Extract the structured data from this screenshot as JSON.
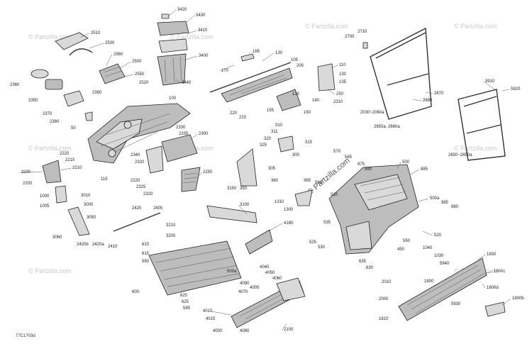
{
  "diagram_code": "77C1703d",
  "watermark": "© Partzilla.com",
  "labels": [
    {
      "id": "3420",
      "t": "3420"
    },
    {
      "id": "3430",
      "t": "3430"
    },
    {
      "id": "3410",
      "t": "3410"
    },
    {
      "id": "3400",
      "t": "3400"
    },
    {
      "id": "3440",
      "t": "3440"
    },
    {
      "id": "2510",
      "t": "2510"
    },
    {
      "id": "2530",
      "t": "2530"
    },
    {
      "id": "2560",
      "t": "2560"
    },
    {
      "id": "2500",
      "t": "2500"
    },
    {
      "id": "2550",
      "t": "2550"
    },
    {
      "id": "2520",
      "t": "2520"
    },
    {
      "id": "2360",
      "t": "2360"
    },
    {
      "id": "2350",
      "t": "2350"
    },
    {
      "id": "2390",
      "t": "2390"
    },
    {
      "id": "2370",
      "t": "2370"
    },
    {
      "id": "2380",
      "t": "2380"
    },
    {
      "id": "50",
      "t": "50"
    },
    {
      "id": "100",
      "t": "100"
    },
    {
      "id": "165",
      "t": "165"
    },
    {
      "id": "130a",
      "t": "130"
    },
    {
      "id": "170",
      "t": "170"
    },
    {
      "id": "105",
      "t": "105"
    },
    {
      "id": "200",
      "t": "200"
    },
    {
      "id": "110",
      "t": "110"
    },
    {
      "id": "130b",
      "t": "130"
    },
    {
      "id": "135",
      "t": "135"
    },
    {
      "id": "250",
      "t": "250"
    },
    {
      "id": "140",
      "t": "140"
    },
    {
      "id": "2310",
      "t": "2310"
    },
    {
      "id": "120",
      "t": "120"
    },
    {
      "id": "220",
      "t": "220"
    },
    {
      "id": "210",
      "t": "210"
    },
    {
      "id": "155",
      "t": "155"
    },
    {
      "id": "150",
      "t": "150"
    },
    {
      "id": "2710",
      "t": "2710"
    },
    {
      "id": "2700",
      "t": "2700"
    },
    {
      "id": "2670",
      "t": "2670"
    },
    {
      "id": "2680",
      "t": "2680"
    },
    {
      "id": "2030",
      "t": "2030~2060a"
    },
    {
      "id": "3910",
      "t": "3910"
    },
    {
      "id": "5920",
      "t": "5920"
    },
    {
      "id": "2650a",
      "t": "2650a, 2660a"
    },
    {
      "id": "2650b",
      "t": "2650~2650a"
    },
    {
      "id": "2330",
      "t": "2330"
    },
    {
      "id": "2335",
      "t": "2335"
    },
    {
      "id": "2300",
      "t": "2300"
    },
    {
      "id": "2220",
      "t": "2220"
    },
    {
      "id": "2215",
      "t": "2215"
    },
    {
      "id": "2230",
      "t": "2230"
    },
    {
      "id": "2210",
      "t": "2210"
    },
    {
      "id": "2200",
      "t": "2200"
    },
    {
      "id": "2340",
      "t": "2340"
    },
    {
      "id": "2320a",
      "t": "2320"
    },
    {
      "id": "2250",
      "t": "2250"
    },
    {
      "id": "2220b",
      "t": "2220"
    },
    {
      "id": "2325",
      "t": "2325"
    },
    {
      "id": "2320b",
      "t": "2320"
    },
    {
      "id": "115",
      "t": "115"
    },
    {
      "id": "1000",
      "t": "1000"
    },
    {
      "id": "3010",
      "t": "3010"
    },
    {
      "id": "1005",
      "t": "1005"
    },
    {
      "id": "3000",
      "t": "3000"
    },
    {
      "id": "3050",
      "t": "3050"
    },
    {
      "id": "3060",
      "t": "3060"
    },
    {
      "id": "310",
      "t": "310"
    },
    {
      "id": "311",
      "t": "311"
    },
    {
      "id": "320",
      "t": "320"
    },
    {
      "id": "315",
      "t": "315"
    },
    {
      "id": "325",
      "t": "325"
    },
    {
      "id": "300",
      "t": "300"
    },
    {
      "id": "305",
      "t": "305"
    },
    {
      "id": "360",
      "t": "360"
    },
    {
      "id": "350",
      "t": "350"
    },
    {
      "id": "570",
      "t": "570"
    },
    {
      "id": "565",
      "t": "565"
    },
    {
      "id": "875",
      "t": "875"
    },
    {
      "id": "880",
      "t": "880"
    },
    {
      "id": "500",
      "t": "500"
    },
    {
      "id": "885",
      "t": "885"
    },
    {
      "id": "365",
      "t": "365"
    },
    {
      "id": "560",
      "t": "560"
    },
    {
      "id": "510",
      "t": "510"
    },
    {
      "id": "3150",
      "t": "3150"
    },
    {
      "id": "3100",
      "t": "3100"
    },
    {
      "id": "1310",
      "t": "1310"
    },
    {
      "id": "1300",
      "t": "1300"
    },
    {
      "id": "500a",
      "t": "500a"
    },
    {
      "id": "985",
      "t": "985"
    },
    {
      "id": "980",
      "t": "980"
    },
    {
      "id": "2420",
      "t": "2420"
    },
    {
      "id": "2400",
      "t": "2400"
    },
    {
      "id": "3210",
      "t": "3210"
    },
    {
      "id": "4180",
      "t": "4180"
    },
    {
      "id": "535",
      "t": "535"
    },
    {
      "id": "520",
      "t": "520"
    },
    {
      "id": "550",
      "t": "550"
    },
    {
      "id": "2420b",
      "t": "2420b"
    },
    {
      "id": "2420a",
      "t": "2420a"
    },
    {
      "id": "2410",
      "t": "2410"
    },
    {
      "id": "3200",
      "t": "3200"
    },
    {
      "id": "525",
      "t": "525"
    },
    {
      "id": "530",
      "t": "530"
    },
    {
      "id": "1040",
      "t": "1040"
    },
    {
      "id": "450",
      "t": "450"
    },
    {
      "id": "1030",
      "t": "1030"
    },
    {
      "id": "610",
      "t": "610"
    },
    {
      "id": "615",
      "t": "615"
    },
    {
      "id": "590",
      "t": "590"
    },
    {
      "id": "635",
      "t": "635"
    },
    {
      "id": "630",
      "t": "630"
    },
    {
      "id": "1830",
      "t": "1830"
    },
    {
      "id": "500a2",
      "t": "500a"
    },
    {
      "id": "4040",
      "t": "4040"
    },
    {
      "id": "4050",
      "t": "4050"
    },
    {
      "id": "4060",
      "t": "4060"
    },
    {
      "id": "5940",
      "t": "5940"
    },
    {
      "id": "1800c",
      "t": "1800c"
    },
    {
      "id": "2010",
      "t": "2010"
    },
    {
      "id": "4005",
      "t": "4005"
    },
    {
      "id": "4090",
      "t": "4090"
    },
    {
      "id": "1800",
      "t": "1800"
    },
    {
      "id": "600",
      "t": "600"
    },
    {
      "id": "620",
      "t": "620"
    },
    {
      "id": "625",
      "t": "625"
    },
    {
      "id": "595",
      "t": "595"
    },
    {
      "id": "4070",
      "t": "4070"
    },
    {
      "id": "1800d",
      "t": "1800d"
    },
    {
      "id": "2000",
      "t": "2000"
    },
    {
      "id": "1800b",
      "t": "1800b"
    },
    {
      "id": "5930",
      "t": "5930"
    },
    {
      "id": "4010",
      "t": "4010"
    },
    {
      "id": "4015",
      "t": "4015"
    },
    {
      "id": "1810",
      "t": "1810"
    },
    {
      "id": "4000",
      "t": "4000"
    },
    {
      "id": "4080",
      "t": "4080"
    },
    {
      "id": "2100",
      "t": "2100"
    }
  ]
}
